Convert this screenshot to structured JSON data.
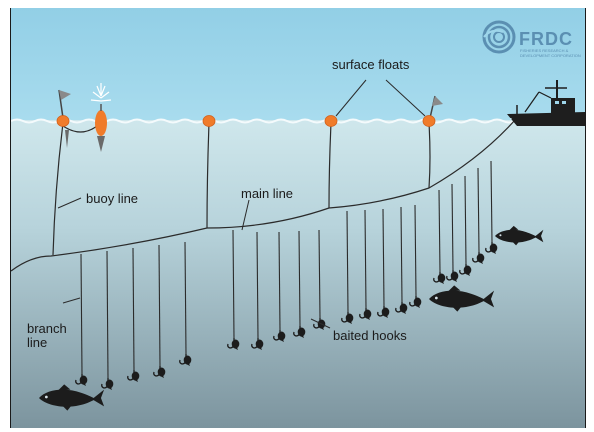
{
  "logo": {
    "name": "FRDC",
    "tagline_lines": [
      "FISHERIES RESEARCH &",
      "DEVELOPMENT CORPORATION"
    ]
  },
  "labels": {
    "surface_floats": "surface floats",
    "buoy_line": "buoy line",
    "main_line": "main line",
    "branch_line": [
      "branch",
      "line"
    ],
    "baited_hooks": "baited hooks"
  },
  "colors": {
    "sky": "#9ed5ea",
    "water_top": "#c6e0e6",
    "water_bottom": "#7e96a0",
    "float": "#f07b2a",
    "line": "#2b2b2b",
    "fish": "#1c1c1c",
    "logo": "#5b8fb2"
  }
}
